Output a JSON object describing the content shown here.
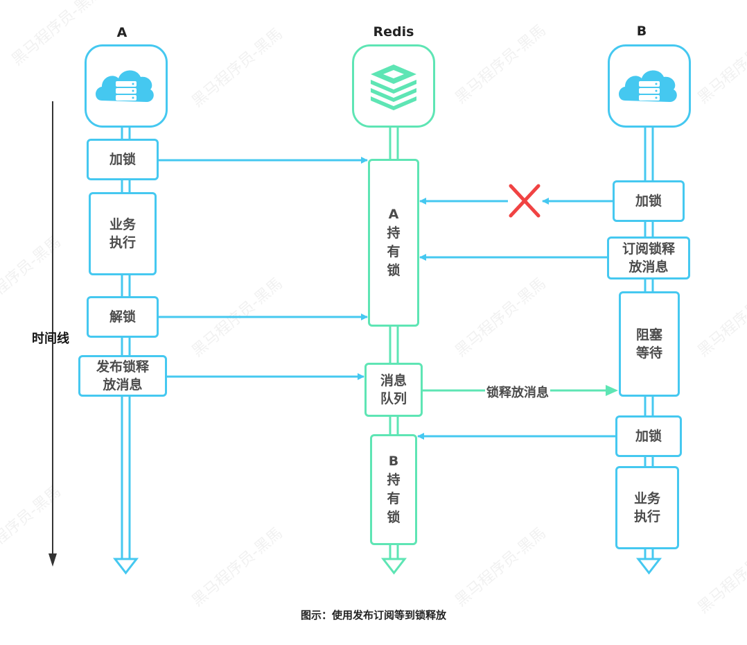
{
  "participants": {
    "a": "A",
    "redis": "Redis",
    "b": "B"
  },
  "timeline_label": "时间线",
  "a_steps": {
    "lock": "加锁",
    "business": "业务\n执行",
    "unlock": "解锁",
    "publish": "发布锁释\n放消息"
  },
  "redis_states": {
    "a_holds": "A\n持\n有\n锁",
    "queue": "消息\n队列",
    "b_holds": "B\n持\n有\n锁"
  },
  "b_steps": {
    "lock1": "加锁",
    "subscribe": "订阅锁释\n放消息",
    "blocked": "阻塞\n等待",
    "lock2": "加锁",
    "business": "业务\n执行"
  },
  "edge_label": "锁释放消息",
  "caption": "图示：使用发布订阅等到锁释放",
  "watermark": "黑马程序员-黑馬",
  "colors": {
    "blue": "#45c8f0",
    "green": "#5ee5b4",
    "red_x": "#f04343"
  },
  "icons": {
    "a": "cloud-server-icon",
    "redis": "redis-stack-icon",
    "b": "cloud-server-icon",
    "failed": "x-cross-icon"
  }
}
